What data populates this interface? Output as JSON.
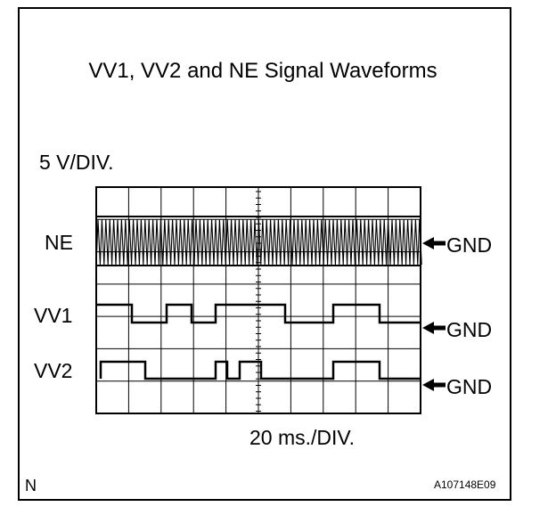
{
  "title": "VV1, VV2 and NE Signal Waveforms",
  "voltage_scale": "5 V/DIV.",
  "time_scale": "20 ms./DIV.",
  "signals": [
    {
      "name": "NE",
      "ground_label": "GND"
    },
    {
      "name": "VV1",
      "ground_label": "GND"
    },
    {
      "name": "VV2",
      "ground_label": "GND"
    }
  ],
  "corner_letter": "N",
  "figure_id": "A107148E09",
  "colors": {
    "ink": "#000000",
    "background": "#ffffff"
  },
  "icons": {
    "ground_marker": "left-arrow-icon"
  }
}
